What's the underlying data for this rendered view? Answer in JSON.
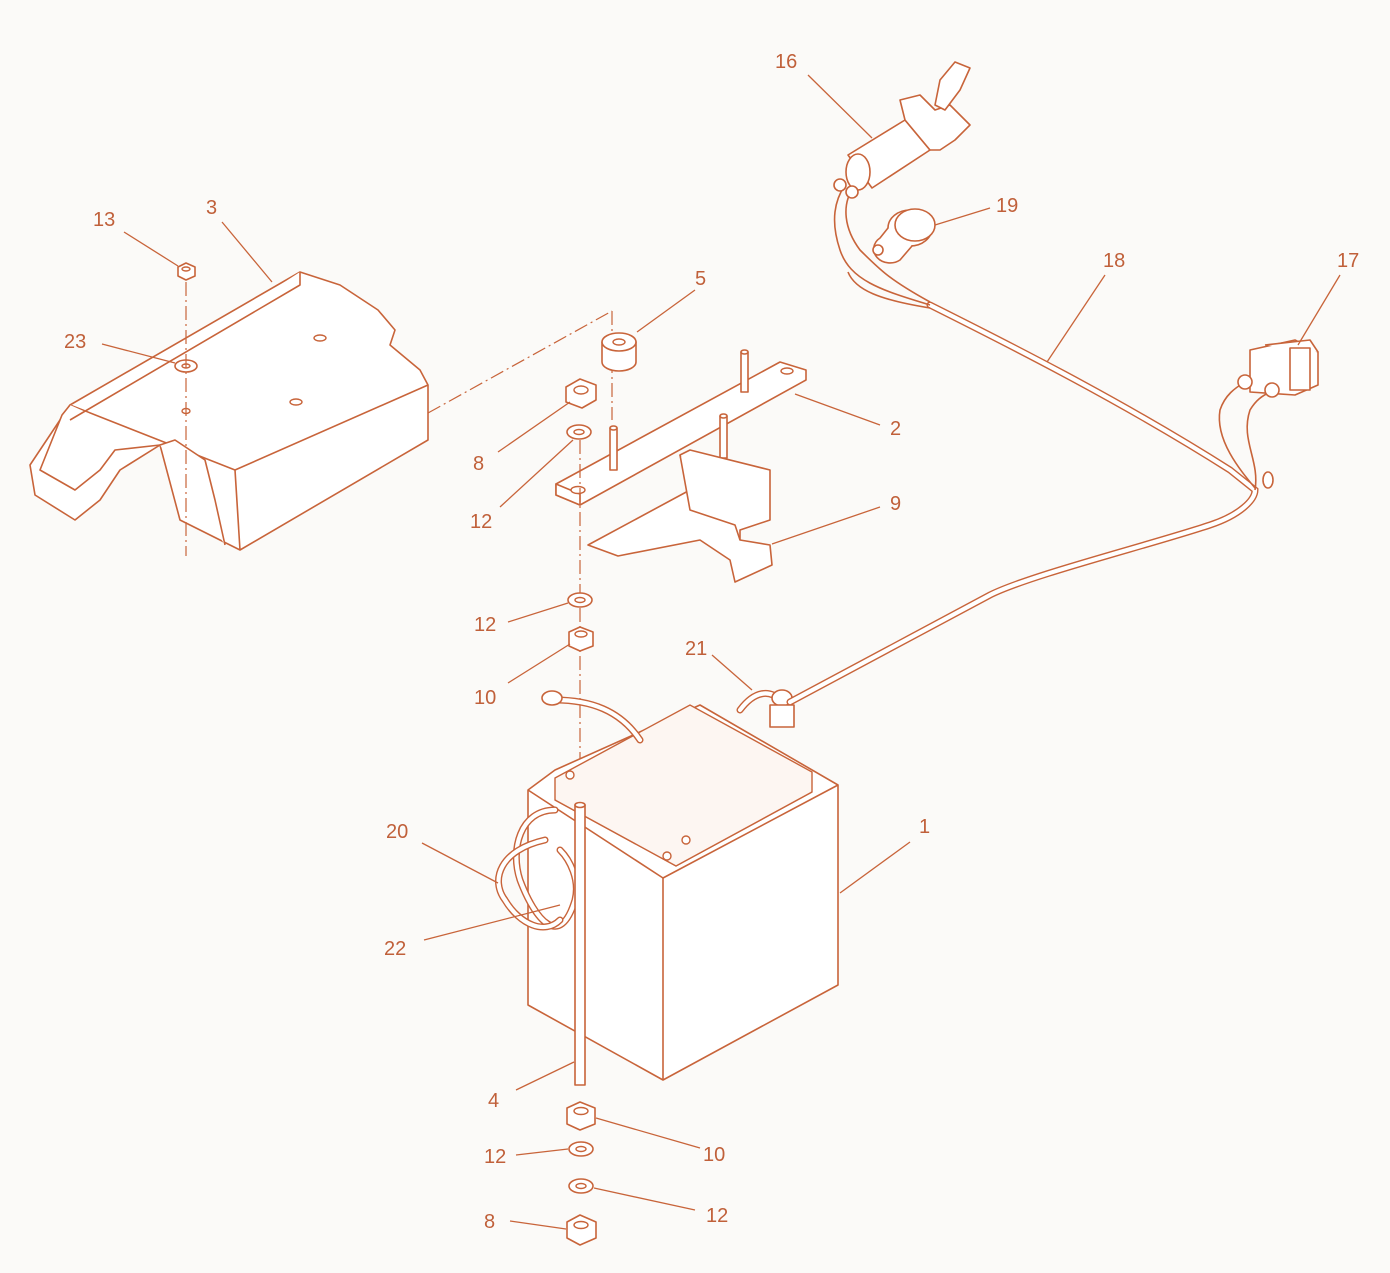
{
  "diagram": {
    "line_color": "#c8643a",
    "text_color": "#c0603a",
    "background": "#fbfaf8",
    "callouts": [
      {
        "id": "c16",
        "label": "16"
      },
      {
        "id": "c19",
        "label": "19"
      },
      {
        "id": "c18",
        "label": "18"
      },
      {
        "id": "c17",
        "label": "17"
      },
      {
        "id": "c13",
        "label": "13"
      },
      {
        "id": "c3",
        "label": "3"
      },
      {
        "id": "c23",
        "label": "23"
      },
      {
        "id": "c5",
        "label": "5"
      },
      {
        "id": "c8a",
        "label": "8"
      },
      {
        "id": "c2",
        "label": "2"
      },
      {
        "id": "c12a",
        "label": "12"
      },
      {
        "id": "c9",
        "label": "9"
      },
      {
        "id": "c12b",
        "label": "12"
      },
      {
        "id": "c10a",
        "label": "10"
      },
      {
        "id": "c21",
        "label": "21"
      },
      {
        "id": "c1",
        "label": "1"
      },
      {
        "id": "c20",
        "label": "20"
      },
      {
        "id": "c22",
        "label": "22"
      },
      {
        "id": "c4",
        "label": "4"
      },
      {
        "id": "c10b",
        "label": "10"
      },
      {
        "id": "c12c",
        "label": "12"
      },
      {
        "id": "c12d",
        "label": "12"
      },
      {
        "id": "c8b",
        "label": "8"
      }
    ]
  }
}
